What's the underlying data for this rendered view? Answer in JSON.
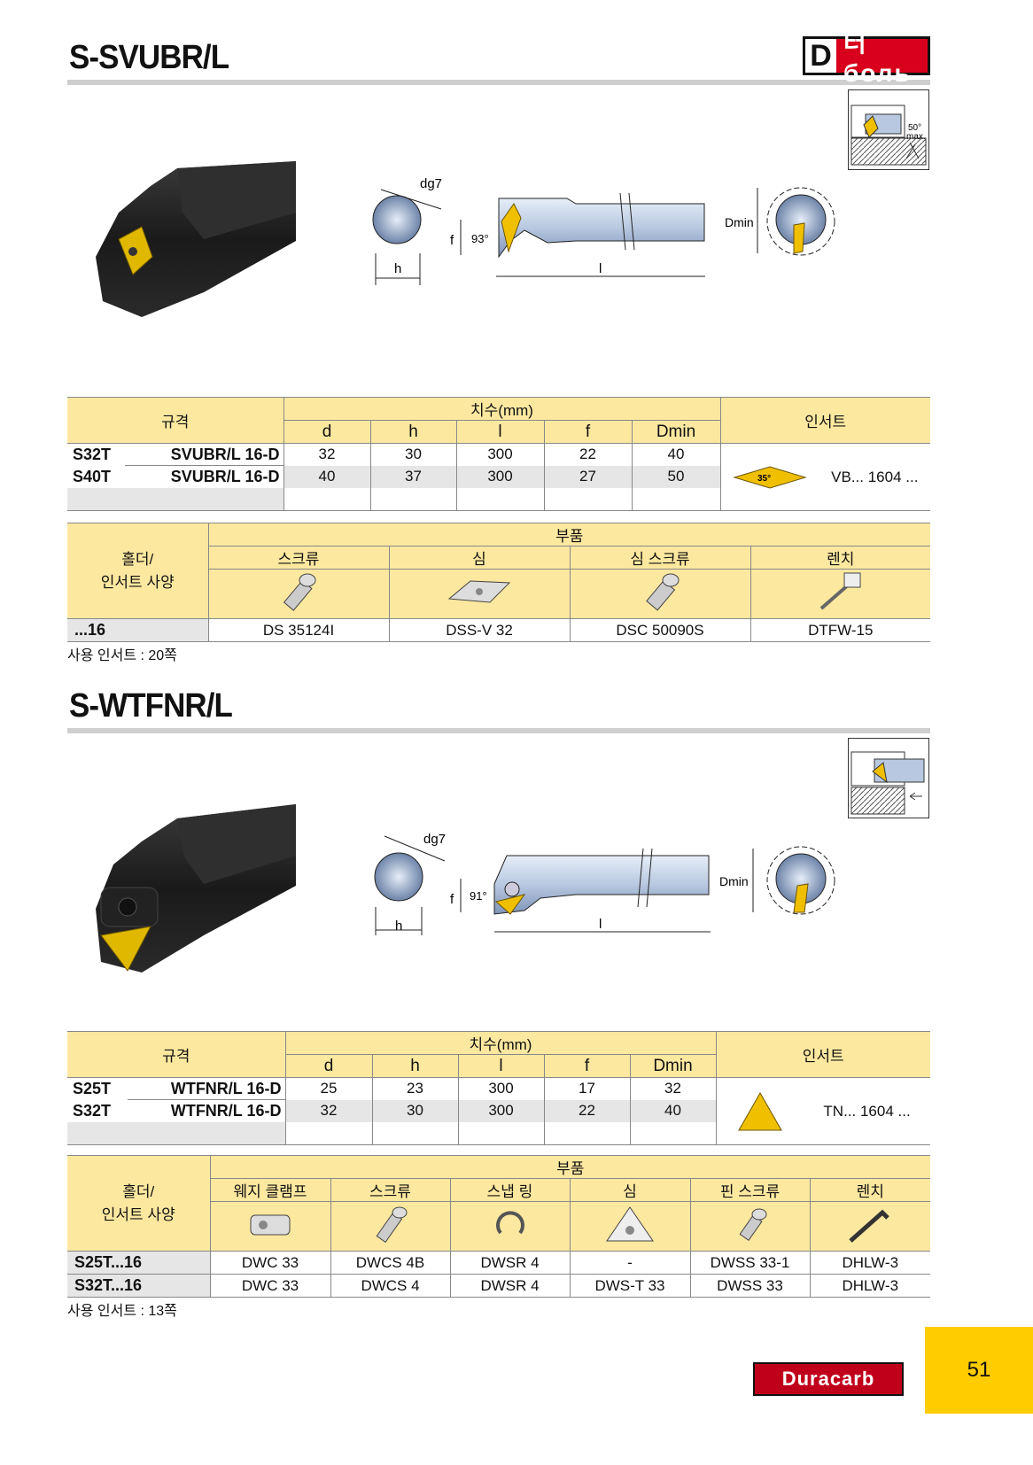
{
  "header": {
    "logo_d": "D",
    "logo_text": "터боль"
  },
  "section1": {
    "title": "S-SVUBR/L",
    "diagram": {
      "dg7": "dg7",
      "h": "h",
      "f": "f",
      "angle": "93°",
      "l": "l",
      "dmin": "Dmin",
      "max_angle": "50°",
      "max_label": "max."
    },
    "spec_table": {
      "col_spec": "규격",
      "col_dims": "치수(mm)",
      "col_insert": "인서트",
      "dims": [
        "d",
        "h",
        "l",
        "f",
        "Dmin"
      ],
      "rows": [
        {
          "code": "S32T",
          "model": "SVUBR/L 16-D",
          "values": [
            "32",
            "30",
            "300",
            "22",
            "40"
          ]
        },
        {
          "code": "S40T",
          "model": "SVUBR/L 16-D",
          "values": [
            "40",
            "37",
            "300",
            "27",
            "50"
          ]
        }
      ],
      "insert_angle": "35°",
      "insert_code": "VB... 1604 ..."
    },
    "parts_table": {
      "col_holder_1": "홀더/",
      "col_holder_2": "인서트 사양",
      "col_parts": "부품",
      "parts": [
        "스크류",
        "심",
        "심 스크류",
        "렌치"
      ],
      "icons": [
        "screw-icon",
        "shim-icon",
        "shim-screw-icon",
        "wrench-icon"
      ],
      "rows": [
        {
          "spec": "...16",
          "values": [
            "DS 35124I",
            "DSS-V 32",
            "DSC 50090S",
            "DTFW-15"
          ]
        }
      ]
    },
    "note": "사용 인서트 : 20쪽"
  },
  "section2": {
    "title": "S-WTFNR/L",
    "diagram": {
      "dg7": "dg7",
      "h": "h",
      "f": "f",
      "angle": "91°",
      "l": "l",
      "dmin": "Dmin"
    },
    "spec_table": {
      "col_spec": "규격",
      "col_dims": "치수(mm)",
      "col_insert": "인서트",
      "dims": [
        "d",
        "h",
        "l",
        "f",
        "Dmin"
      ],
      "rows": [
        {
          "code": "S25T",
          "model": "WTFNR/L 16-D",
          "values": [
            "25",
            "23",
            "300",
            "17",
            "32"
          ]
        },
        {
          "code": "S32T",
          "model": "WTFNR/L 16-D",
          "values": [
            "32",
            "30",
            "300",
            "22",
            "40"
          ]
        }
      ],
      "insert_code": "TN... 1604 ..."
    },
    "parts_table": {
      "col_holder_1": "홀더/",
      "col_holder_2": "인서트 사양",
      "col_parts": "부품",
      "parts": [
        "웨지 클램프",
        "스크류",
        "스냅 링",
        "심",
        "핀 스크류",
        "렌치"
      ],
      "icons": [
        "wedge-clamp-icon",
        "screw-icon",
        "snap-ring-icon",
        "shim-icon",
        "pin-screw-icon",
        "wrench-icon"
      ],
      "rows": [
        {
          "spec": "S25T...16",
          "values": [
            "DWC 33",
            "DWCS 4B",
            "DWSR 4",
            "-",
            "DWSS 33-1",
            "DHLW-3"
          ]
        },
        {
          "spec": "S32T...16",
          "values": [
            "DWC 33",
            "DWCS 4",
            "DWSR 4",
            "DWS-T 33",
            "DWSS 33",
            "DHLW-3"
          ]
        }
      ]
    },
    "note": "사용 인서트 : 13쪽"
  },
  "footer": {
    "brand": "Duracarb",
    "page_number": "51"
  },
  "colors": {
    "header_yellow": "#fde8a0",
    "accent_yellow": "#ffcc00",
    "rule_gray": "#cfcfcf",
    "logo_red": "#d8001c"
  }
}
